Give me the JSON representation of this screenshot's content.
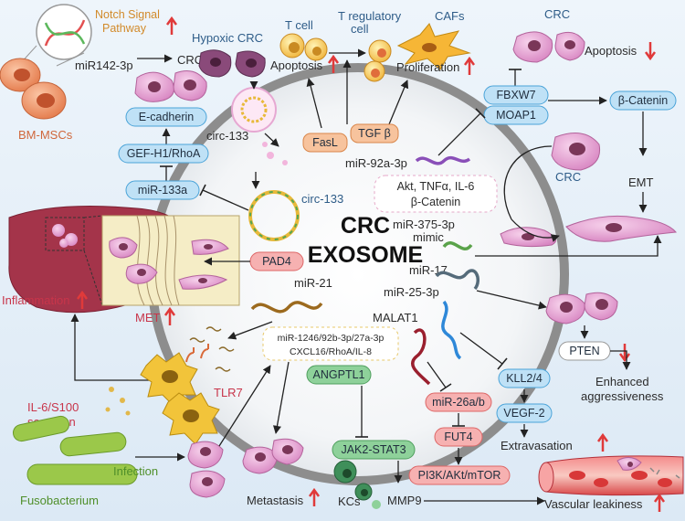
{
  "center": {
    "line1": "CRC",
    "line2": "EXOSOME"
  },
  "top_left": {
    "notch": [
      "Notch Signal",
      "Pathway"
    ],
    "bm_mscs": "BM-MSCs",
    "mir142": "miR142-3p",
    "crc": "CRC",
    "e_cadherin": "E-cadherin",
    "gef": "GEF-H1/RhoA",
    "mir133a": "miR-133a"
  },
  "top_mid": {
    "hypoxic": "Hypoxic CRC",
    "circ133_top": "circ-133",
    "circ133_ring": "circ-133",
    "t_cell": "T cell",
    "apoptosis": "Apoptosis",
    "treg": [
      "T regulatory",
      "cell"
    ],
    "cafs": "CAFs",
    "proliferation": "Proliferation",
    "fasl": "FasL",
    "tgfb": "TGF β"
  },
  "top_right": {
    "crc_top": "CRC",
    "apoptosis": "Apoptosis",
    "fbxw7": "FBXW7",
    "moap1": "MOAP1",
    "beta_catenin": "β-Catenin",
    "crc_mid": "CRC",
    "emt": "EMT"
  },
  "inside": {
    "mir92": "miR-92a-3p",
    "akt": [
      "Akt, TNFα, IL-6",
      "β-Catenin"
    ],
    "mir375": [
      "miR-375-3p",
      "mimic"
    ],
    "mir17": "miR-17",
    "mir25": "miR-25-3p",
    "mir21": "miR-21",
    "malat1": "MALAT1",
    "mir1246": [
      "miR-1246/92b-3p/27a-3p",
      "CXCL16/RhoA/IL-8"
    ],
    "angptl1": "ANGPTL1"
  },
  "left": {
    "pad4": "PAD4",
    "inflammation": "Inflammation",
    "met": "MET",
    "il6": [
      "IL-6/S100",
      "secretion"
    ],
    "tlr7": "TLR7",
    "infection": "Infection",
    "fusobacterium": "Fusobacterium",
    "metastasis": "Metastasis"
  },
  "bottom": {
    "jak": "JAK2-STAT3",
    "kcs": "KCs",
    "mmp9": "MMP9",
    "mir26": "miR-26a/b",
    "fut4": "FUT4",
    "pi3k": "PI3K/AKt/mTOR",
    "kll": "KLL2/4",
    "vegf": "VEGF-2",
    "extravasation": "Extravasation",
    "vascular": "Vascular leakiness",
    "pten": "PTEN",
    "enhanced": [
      "Enhanced",
      "aggressiveness"
    ]
  },
  "colors": {
    "cell_pink": "#e7a9d4",
    "nucleus": "#7a3658",
    "pill_blue": "#bfe1f6",
    "pill_orange": "#f7c39d",
    "pill_red": "#f6b1b1",
    "pill_green": "#8ed19a",
    "up_arrow": "#e03a3a"
  }
}
